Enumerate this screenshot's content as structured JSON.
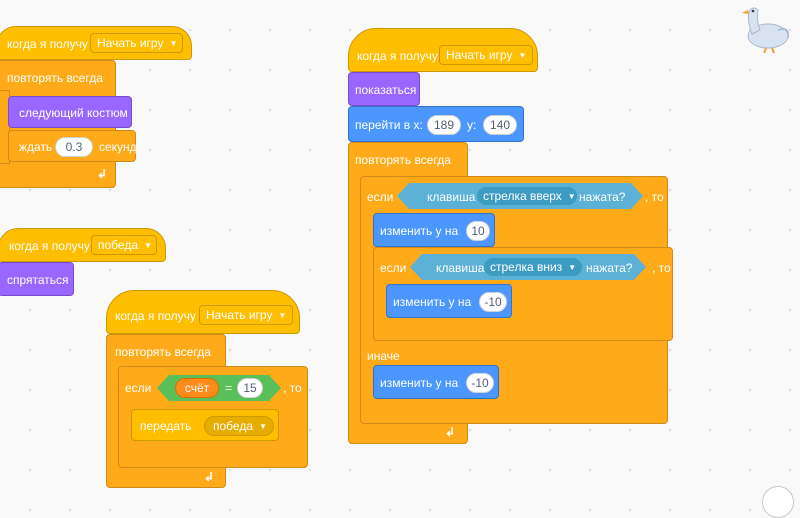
{
  "script1": {
    "hat_label": "когда я получу",
    "hat_message": "Начать игру",
    "forever_label": "повторять всегда",
    "next_costume_label": "следующий костюм",
    "wait_label": "ждать",
    "wait_value": "0.3",
    "wait_unit": "секунд"
  },
  "script2": {
    "hat_label": "когда я получу",
    "hat_message": "победа",
    "hide_label": "спрятаться"
  },
  "script3": {
    "hat_label": "когда я получу",
    "hat_message": "Начать игру",
    "forever_label": "повторять всегда",
    "if_label": "если",
    "then_label": ", то",
    "var_name": "счёт",
    "eq_sign": "=",
    "eq_value": "15",
    "broadcast_label": "передать",
    "broadcast_message": "победа"
  },
  "script4": {
    "hat_label": "когда я получу",
    "hat_message": "Начать игру",
    "show_label": "показаться",
    "goto_label": "перейти в x:",
    "goto_x": "189",
    "goto_y_label": "y:",
    "goto_y": "140",
    "forever_label": "повторять всегда",
    "if1_label": "если",
    "if1_key_label": "клавиша",
    "if1_key": "стрелка вверх",
    "if1_pressed": "нажата?",
    "then_label": ", то",
    "change1_label": "изменить y на",
    "change1_value": "10",
    "if2_label": "если",
    "if2_key_label": "клавиша",
    "if2_key": "стрелка вниз",
    "if2_pressed": "нажата?",
    "change2_label": "изменить y на",
    "change2_value": "-10",
    "else_label": "иначе",
    "change3_label": "изменить y на",
    "change3_value": "-10"
  },
  "icons": {
    "dropdown": "chevron-down-icon",
    "loop_arrow": "loop-arrow-icon",
    "sprite": "goose-sprite"
  }
}
